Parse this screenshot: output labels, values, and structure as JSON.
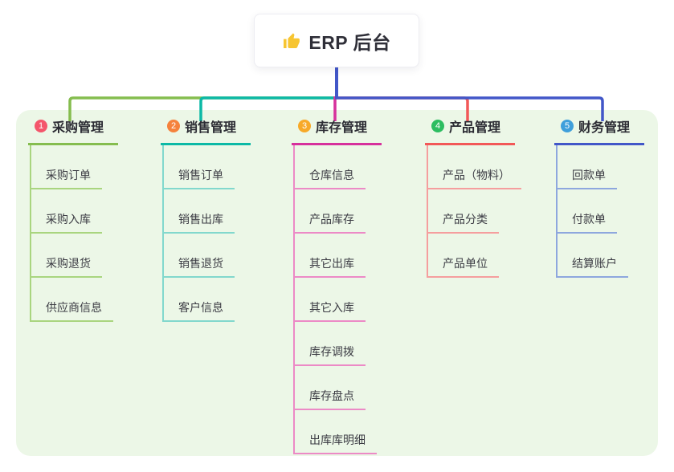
{
  "root": {
    "title": "ERP 后台",
    "icon": "thumbs-up-icon",
    "icon_color": "#f7c531"
  },
  "canvas": {
    "background": "#ffffff",
    "panel_background": "#ecf7e7"
  },
  "branches": [
    {
      "number": "1",
      "label": "采购管理",
      "badge_color": "#f4566b",
      "line_color": "#85bd4f",
      "child_line_color": "#a9d57f",
      "children": [
        "采购订单",
        "采购入库",
        "采购退货",
        "供应商信息"
      ]
    },
    {
      "number": "2",
      "label": "销售管理",
      "badge_color": "#f5823c",
      "line_color": "#0cb9a6",
      "child_line_color": "#82d8cd",
      "children": [
        "销售订单",
        "销售出库",
        "销售退货",
        "客户信息"
      ]
    },
    {
      "number": "3",
      "label": "库存管理",
      "badge_color": "#f7a928",
      "line_color": "#d6309c",
      "child_line_color": "#ec8ac6",
      "children": [
        "仓库信息",
        "产品库存",
        "其它出库",
        "其它入库",
        "库存调拨",
        "库存盘点",
        "出库库明细"
      ]
    },
    {
      "number": "4",
      "label": "产品管理",
      "badge_color": "#2dbd61",
      "line_color": "#f25858",
      "child_line_color": "#f59e9e",
      "children": [
        "产品（物料）",
        "产品分类",
        "产品单位"
      ]
    },
    {
      "number": "5",
      "label": "财务管理",
      "badge_color": "#3f9fdb",
      "line_color": "#4257c8",
      "child_line_color": "#8ea7de",
      "children": [
        "回款单",
        "付款单",
        "结算账户"
      ]
    }
  ]
}
